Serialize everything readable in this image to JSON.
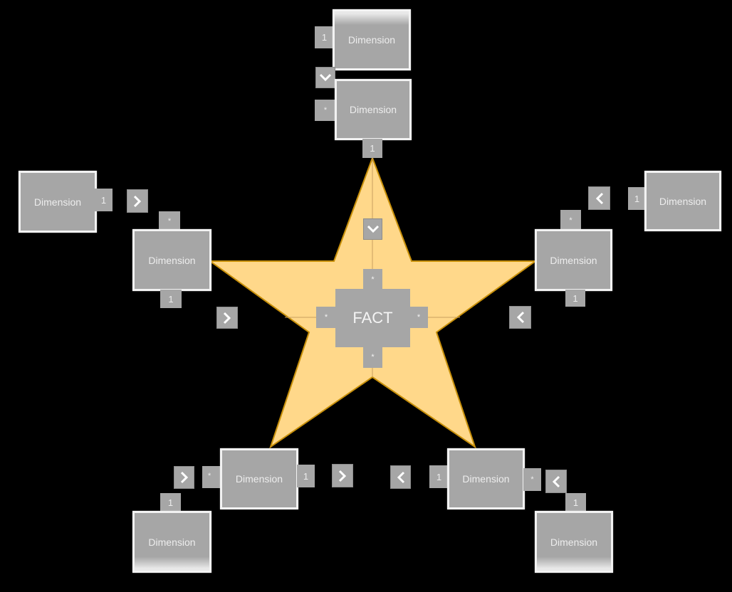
{
  "diagram": {
    "type": "star-schema",
    "colors": {
      "background": "#000000",
      "star_fill": "#FFD88A",
      "star_stroke": "#C8900A",
      "box_fill": "#A6A6A6",
      "box_border": "#F2F2F2",
      "text": "#EDEDED"
    },
    "fact": {
      "label": "FACT",
      "tabs": {
        "top": "*",
        "left": "*",
        "right": "*",
        "bottom": "*"
      }
    },
    "branches": {
      "top": {
        "outer": {
          "label": "Dimension",
          "tab_left": "1"
        },
        "inner": {
          "label": "Dimension",
          "tab_left": "*",
          "tab_bottom": "1"
        },
        "chevron_between": "chevron-down",
        "chevron_to_fact": "chevron-down"
      },
      "left": {
        "outer": {
          "label": "Dimension",
          "tab_right": "1"
        },
        "inner": {
          "label": "Dimension",
          "tab_top": "*",
          "tab_bottom": "1"
        },
        "chevron_between": "chevron-right",
        "chevron_to_fact": "chevron-right"
      },
      "right": {
        "outer": {
          "label": "Dimension",
          "tab_left": "1"
        },
        "inner": {
          "label": "Dimension",
          "tab_top": "*",
          "tab_bottom": "1"
        },
        "chevron_between": "chevron-left",
        "chevron_to_fact": "chevron-left"
      },
      "bottom_left": {
        "inner": {
          "label": "Dimension",
          "tab_left": "*",
          "tab_right": "1"
        },
        "outer": {
          "label": "Dimension",
          "tab_top": "1"
        },
        "chevron_between": "chevron-right",
        "chevron_to_fact": "chevron-right"
      },
      "bottom_right": {
        "inner": {
          "label": "Dimension",
          "tab_left": "1",
          "tab_right": "*"
        },
        "outer": {
          "label": "Dimension",
          "tab_top": "1"
        },
        "chevron_between": "chevron-left",
        "chevron_to_fact": "chevron-left"
      }
    }
  }
}
